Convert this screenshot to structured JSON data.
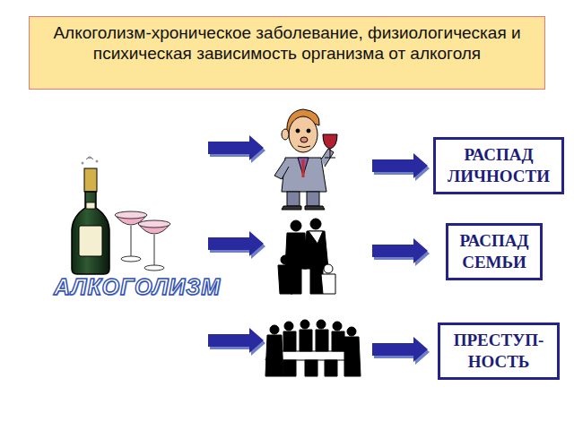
{
  "diagram": {
    "title": "Алкоголизм-хроническое заболевание, физиологическая и психическая зависимость организма от алкоголя",
    "nodes": [
      {
        "text": [
          "РАСПАД ЛИЧНОСТИ"
        ]
      },
      {
        "text": [
          "РАСПАД СЕМЬИ"
        ]
      },
      {
        "text": [
          "ПРЕСТУП- НОСТЬ"
        ]
      }
    ],
    "labels": [
      "АЛКОГОЛИЗМ"
    ]
  }
}
